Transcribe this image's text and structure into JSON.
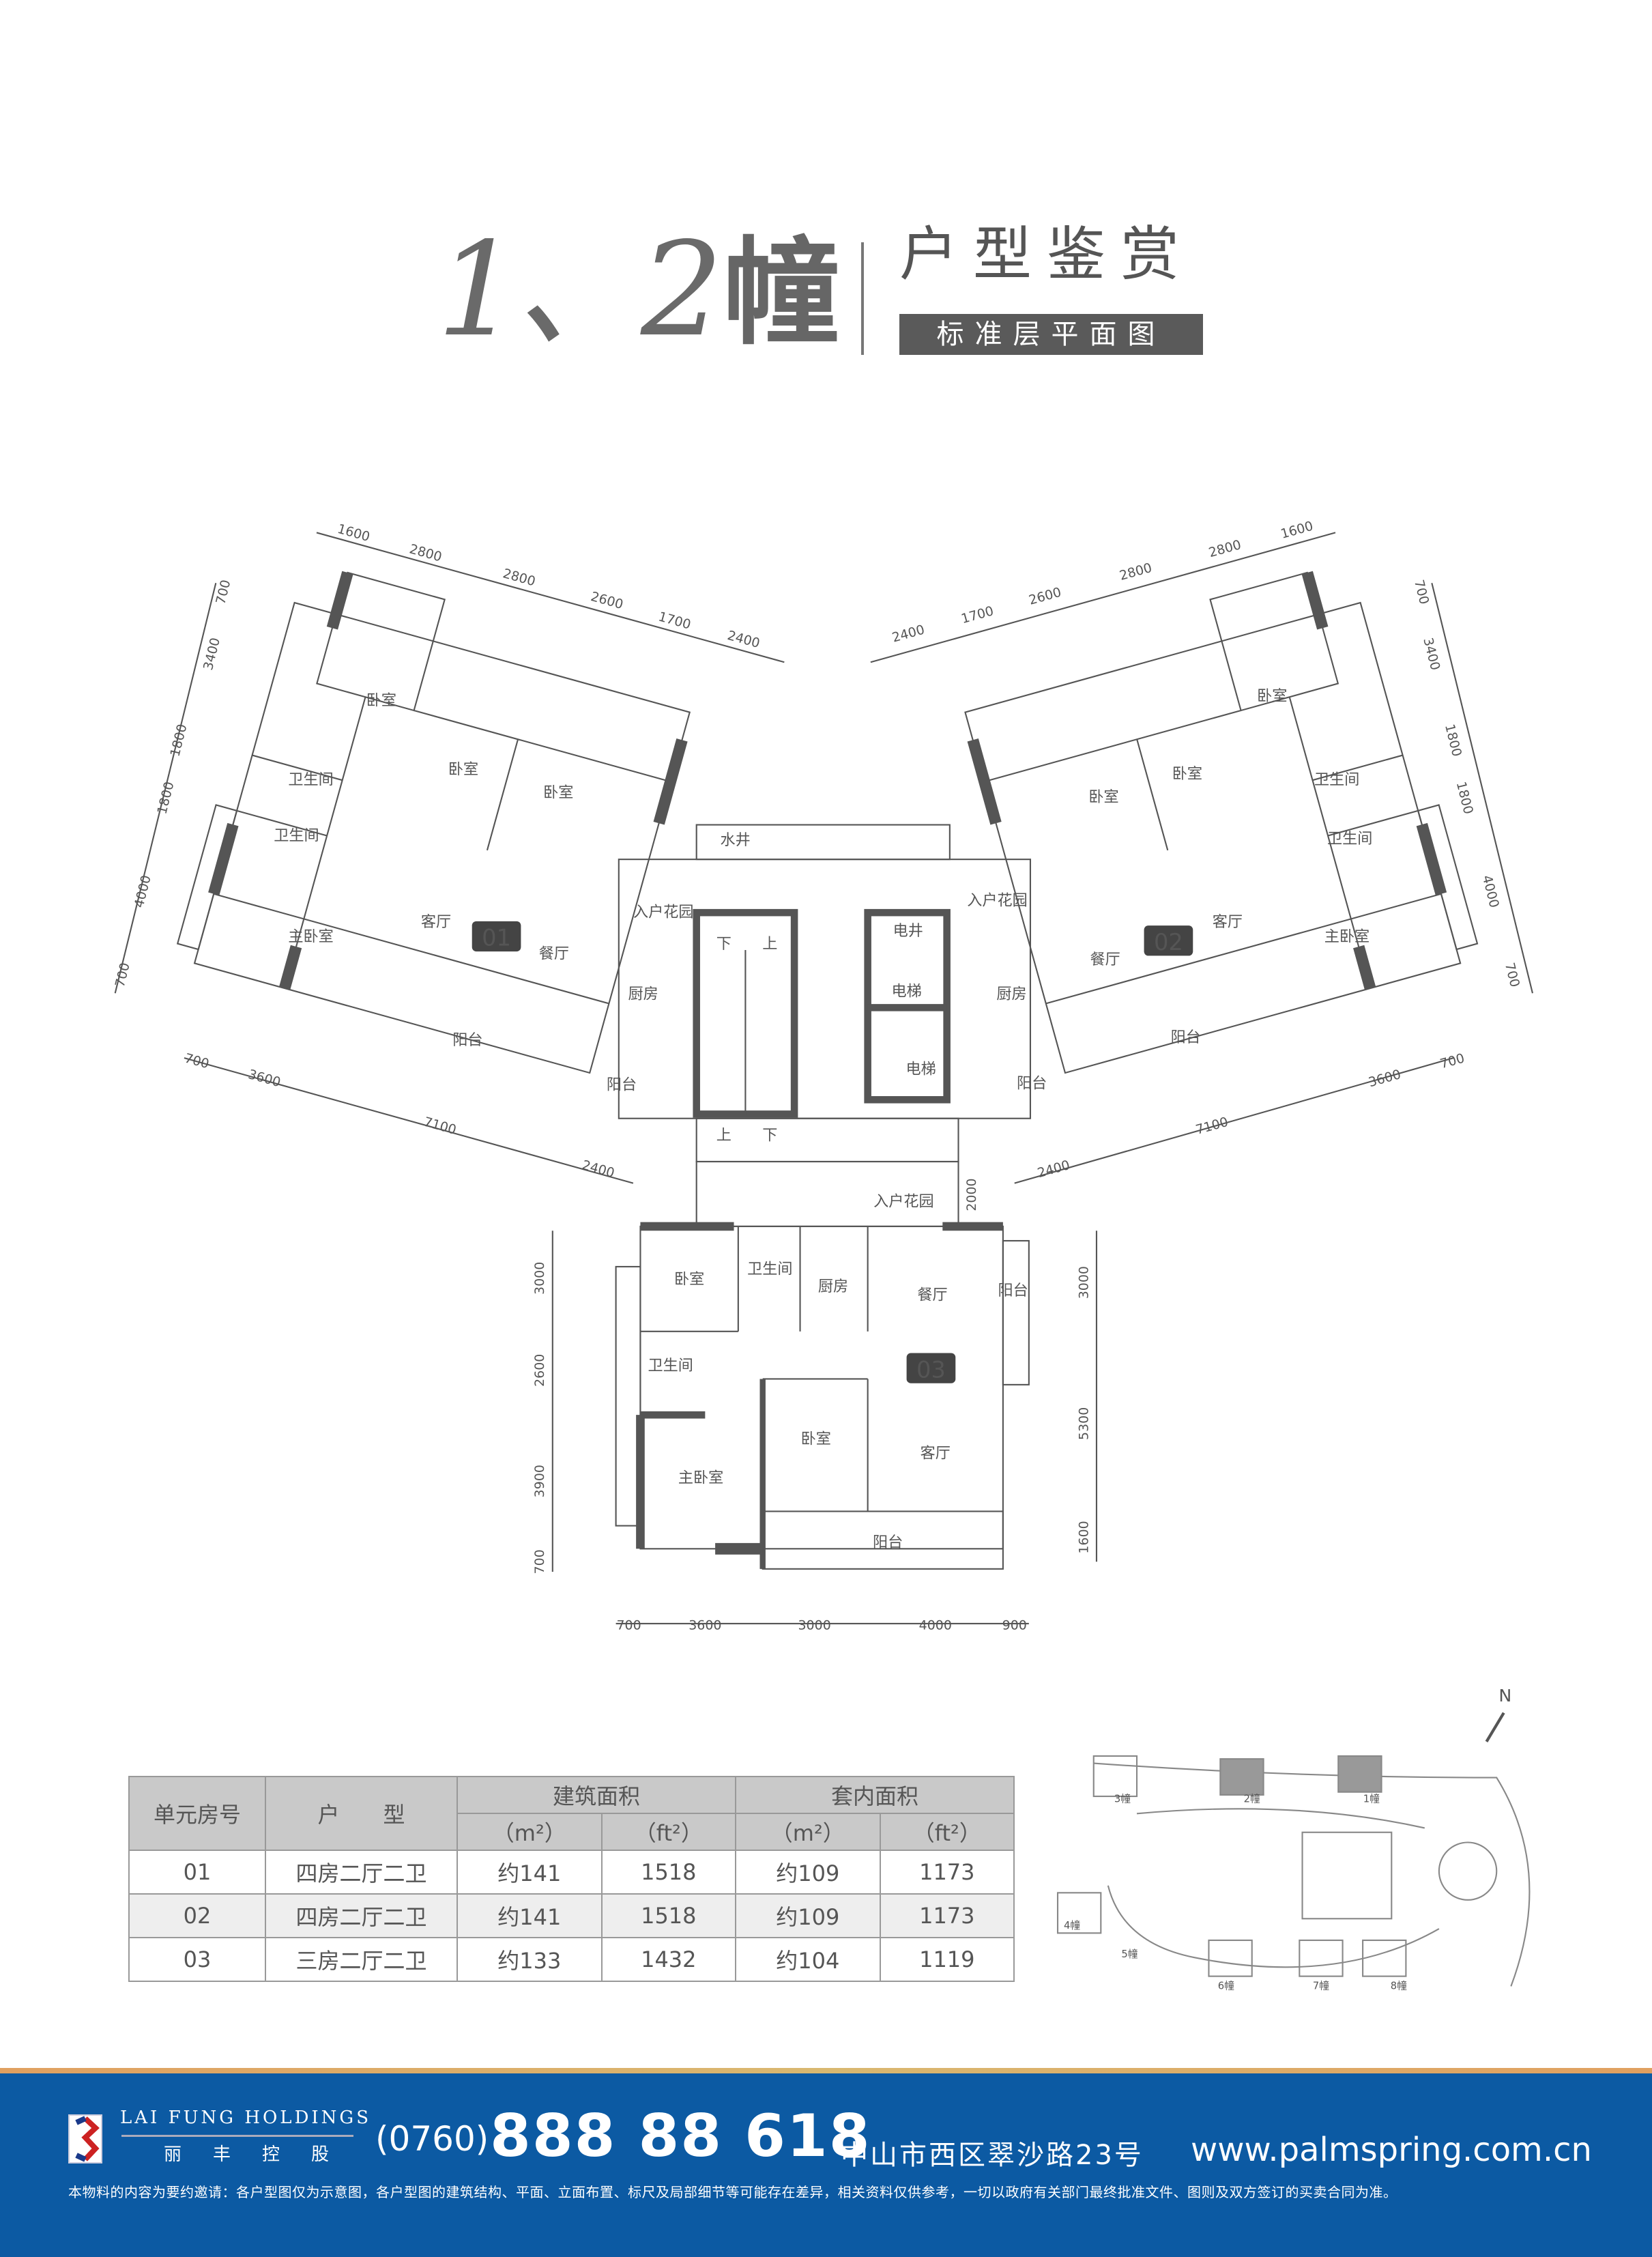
{
  "header": {
    "building": "1、2",
    "building_suffix": "幢",
    "subtitle": "户型鉴赏",
    "badge": "标准层平面图"
  },
  "plan": {
    "unit01": {
      "badge": "01",
      "rooms": [
        "卧室",
        "卧室",
        "卧室",
        "卫生间",
        "卫生间",
        "主卧室",
        "客厅",
        "餐厅",
        "入户花园",
        "厨房",
        "阳台",
        "阳台"
      ]
    },
    "unit02": {
      "badge": "02",
      "rooms": [
        "卧室",
        "卧室",
        "卧室",
        "卫生间",
        "卫生间",
        "主卧室",
        "客厅",
        "餐厅",
        "入户花园",
        "厨房",
        "阳台",
        "阳台"
      ]
    },
    "core": {
      "labels": [
        "水井",
        "电井",
        "电梯",
        "电梯",
        "下",
        "上",
        "上",
        "下"
      ]
    },
    "unit03": {
      "badge": "03",
      "rooms": [
        "入户花园",
        "卧室",
        "卫生间",
        "厨房",
        "餐厅",
        "阳台",
        "卫生间",
        "卧室",
        "客厅",
        "主卧室",
        "阳台"
      ]
    },
    "dims": {
      "u01_top": [
        "1600",
        "2800",
        "2800",
        "2600",
        "1700",
        "2400"
      ],
      "u01_left": [
        "700",
        "3400",
        "1800",
        "1800",
        "4000",
        "700"
      ],
      "u01_bottom": [
        "700",
        "3600",
        "7100",
        "2400"
      ],
      "u02_top": [
        "2400",
        "1700",
        "2600",
        "2800",
        "2800",
        "1600"
      ],
      "u02_right": [
        "700",
        "3400",
        "1800",
        "1800",
        "4000",
        "700"
      ],
      "u02_bottom": [
        "2400",
        "7100",
        "3600",
        "700"
      ],
      "u03_left": [
        "3000",
        "2600",
        "3900",
        "700"
      ],
      "u03_right": [
        "2000",
        "3000",
        "5300",
        "1600"
      ],
      "u03_bottom": [
        "700",
        "3600",
        "3000",
        "4000",
        "900"
      ]
    },
    "north": "N",
    "site": [
      "1幢",
      "2幢",
      "3幢",
      "4幢",
      "5幢",
      "6幢",
      "7幢",
      "8幢"
    ]
  },
  "table": {
    "headers": {
      "unit": "单元房号",
      "type": "户　　型",
      "gross": "建筑面积",
      "net": "套内面积",
      "m2": "（m²）",
      "ft2": "（ft²）"
    },
    "rows": [
      {
        "unit": "01",
        "type": "四房二厅二卫",
        "gross_m2": "约141",
        "gross_ft2": "1518",
        "net_m2": "约109",
        "net_ft2": "1173"
      },
      {
        "unit": "02",
        "type": "四房二厅二卫",
        "gross_m2": "约141",
        "gross_ft2": "1518",
        "net_m2": "约109",
        "net_ft2": "1173"
      },
      {
        "unit": "03",
        "type": "三房二厅二卫",
        "gross_m2": "约133",
        "gross_ft2": "1432",
        "net_m2": "约104",
        "net_ft2": "1119"
      }
    ]
  },
  "footer": {
    "company_en": "LAI FUNG HOLDINGS",
    "company_cn": "丽丰控股",
    "phone_area": "(0760)",
    "phone": "888 88 618",
    "address": "中山市西区翠沙路23号",
    "url": "www.palmspring.com.cn",
    "disclaimer": "本物料的内容为要约邀请：各户型图仅为示意图，各户型图的建筑结构、平面、立面布置、标尺及局部细节等可能存在差异，相关资料仅供参考，一切以政府有关部门最终批准文件、图则及双方签订的买卖合同为准。"
  },
  "colors": {
    "footer_blue": "#0c5aa3",
    "wall": "#555555",
    "badge": "#444444"
  }
}
